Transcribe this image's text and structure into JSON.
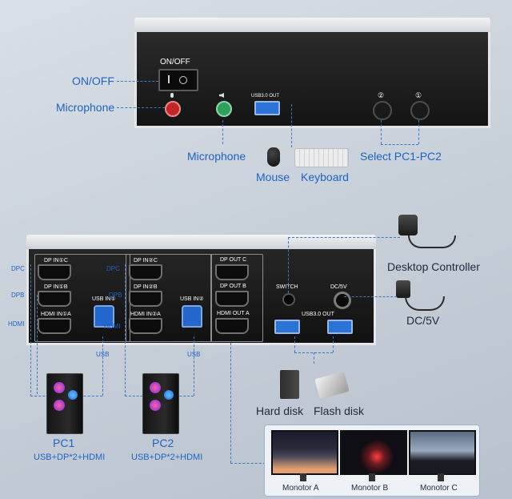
{
  "top_device": {
    "power_label": "ON/OFF",
    "usb_out_label": "USB3.0 OUT",
    "pc_button_1": "②",
    "pc_button_2": "①"
  },
  "top_callouts": {
    "on_off": "ON/OFF",
    "microphone_left": "Microphone",
    "microphone_bottom": "Microphone",
    "mouse": "Mouse",
    "keyboard": "Keyboard",
    "select_pc": "Select PC1-PC2"
  },
  "bottom_device": {
    "port_labels": {
      "dp_in1_c": "DP IN①C",
      "dp_in1_b": "DP IN①B",
      "hdmi_in1_a": "HDMI IN①A",
      "usb_in1": "USB IN①",
      "dp_in2_c": "DP IN②C",
      "dp_in2_b": "DP IN②B",
      "hdmi_in2_a": "HDMI IN②A",
      "usb_in2": "USB IN②",
      "dp_out_c": "DP OUT C",
      "dp_out_b": "DP OUT B",
      "hdmi_out_a": "HDMI OUT A",
      "switch": "SWITCH",
      "dc5v_port": "DC/5V",
      "usb_out": "USB3.0 OUT"
    },
    "side_tags": {
      "dpc": "DPC",
      "dpb": "DPB",
      "hdmi": "HDMI",
      "dpc2": "DPC",
      "dpb2": "DPB",
      "hdmi2": "HDMI",
      "usb1": "USB",
      "usb2": "USB"
    }
  },
  "bottom_callouts": {
    "desktop_controller": "Desktop Controller",
    "dc5v": "DC/5V",
    "hard_disk": "Hard disk",
    "flash_disk": "Flash disk",
    "pc1_title": "PC1",
    "pc1_desc": "USB+DP*2+HDMI",
    "pc2_title": "PC2",
    "pc2_desc": "USB+DP*2+HDMI"
  },
  "monitors": [
    {
      "label": "Monotor A"
    },
    {
      "label": "Monotor B"
    },
    {
      "label": "Monotor C"
    }
  ],
  "colors": {
    "callout_blue": "#1f63c4",
    "device_black": "#1a1a1a",
    "device_silver": "#e7e9ec",
    "usb_blue": "#2b73d6"
  }
}
